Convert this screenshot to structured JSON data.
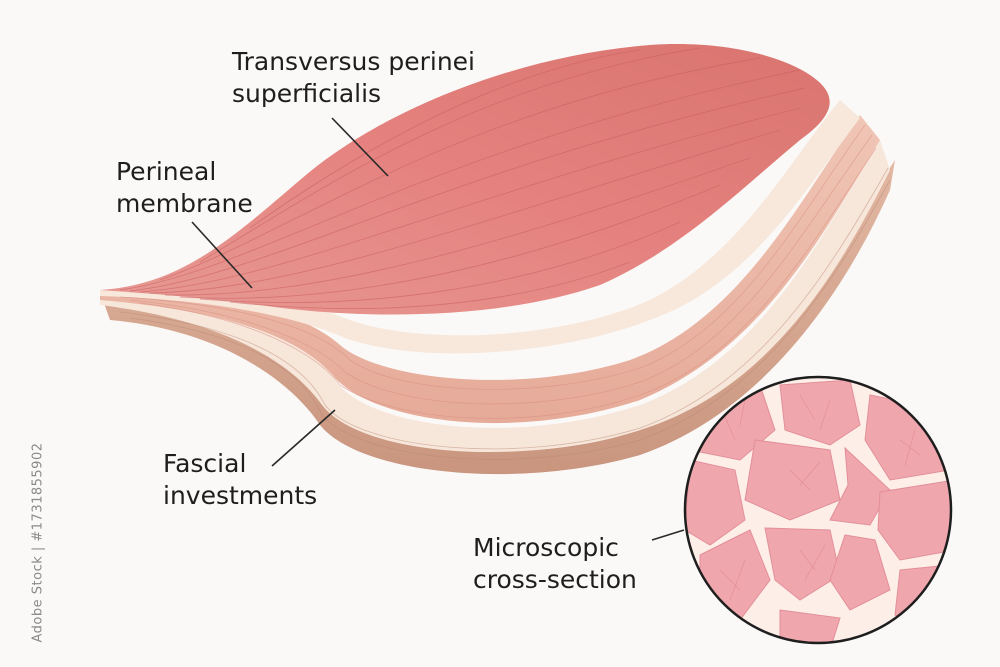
{
  "labels": {
    "transversus": [
      "Transversus perinei",
      "superficialis"
    ],
    "perineal": [
      "Perineal",
      "membrane"
    ],
    "fascial": [
      "Fascial",
      "investments"
    ],
    "microscopic": [
      "Microscopic",
      "cross-section"
    ]
  },
  "watermark": "Adobe Stock | #1731855902",
  "colors": {
    "muscle": "#e58a88",
    "muscle_dark": "#cf6d6d",
    "fascia_light": "#f6e4d7",
    "fascia_mid": "#eec3b4",
    "fascia_dark": "#caa08c",
    "cell": "#f0a6ad",
    "cell_border": "#fdeee8",
    "leader": "#2a2a2a"
  }
}
